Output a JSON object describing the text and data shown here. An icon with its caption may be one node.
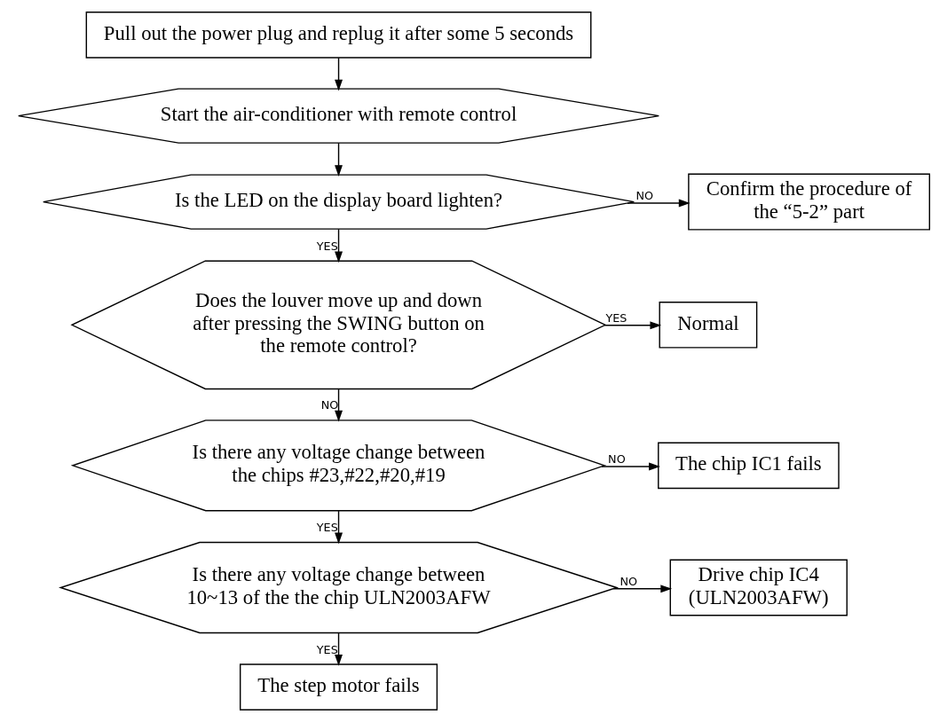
{
  "diagram": {
    "nodes": [
      {
        "text": [
          "Pull out the power plug and replug it after some 5 seconds"
        ]
      },
      {
        "text": [
          "Start the air-conditioner with remote control"
        ]
      },
      {
        "text": [
          "Is the LED on the display board lighten?"
        ]
      },
      {
        "text": [
          "Confirm the procedure of the “5-2” part"
        ]
      },
      {
        "text": [
          "Does the louver move up and down after pressing the SWING button on the remote control?"
        ]
      },
      {
        "text": [
          "Normal"
        ]
      },
      {
        "text": [
          "Is there any voltage change between the chips #23,#22,#20,#19"
        ]
      },
      {
        "text": [
          "The chip IC1 fails"
        ]
      },
      {
        "text": [
          "Is there any voltage change between 10~13 of the the chip ULN2003AFW"
        ]
      },
      {
        "text": [
          "Drive chip IC4 (ULN2003AFW)"
        ]
      },
      {
        "text": [
          "The step motor fails"
        ]
      }
    ],
    "edges": [
      {
        "from": 0,
        "to": 1,
        "arrow": "to"
      },
      {
        "from": 1,
        "to": 2,
        "arrow": "to"
      },
      {
        "from": 2,
        "to": 3,
        "arrow": "to",
        "label": "NO"
      },
      {
        "from": 2,
        "to": 4,
        "arrow": "to",
        "label": "YES"
      },
      {
        "from": 4,
        "to": 5,
        "arrow": "to",
        "label": "YES"
      },
      {
        "from": 4,
        "to": 6,
        "arrow": "to",
        "label": "NO"
      },
      {
        "from": 6,
        "to": 7,
        "arrow": "to",
        "label": "NO"
      },
      {
        "from": 6,
        "to": 8,
        "arrow": "to",
        "label": "YES"
      },
      {
        "from": 8,
        "to": 9,
        "arrow": "to",
        "label": "NO"
      },
      {
        "from": 8,
        "to": 10,
        "arrow": "to",
        "label": "YES"
      }
    ]
  }
}
